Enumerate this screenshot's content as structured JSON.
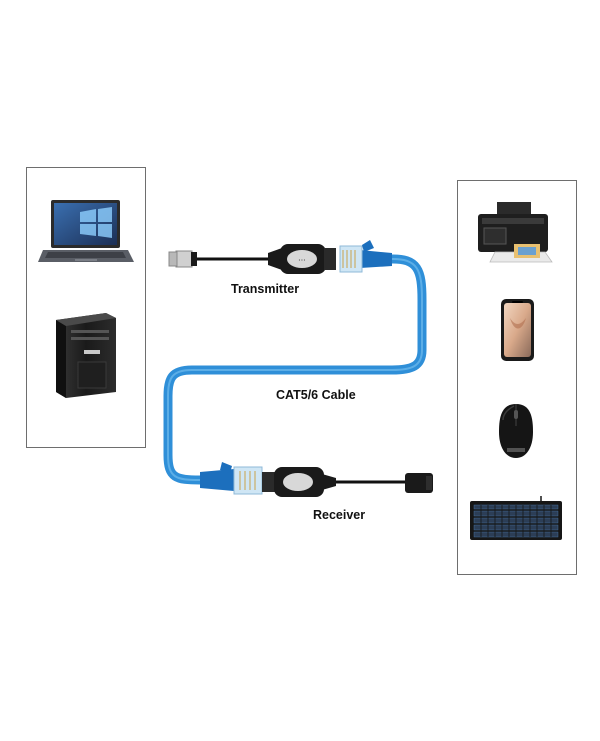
{
  "labels": {
    "transmitter": "Transmitter",
    "cable": "CAT5/6 Cable",
    "receiver": "Receiver"
  },
  "devices": {
    "source": [
      "laptop-icon",
      "desktop-tower-icon"
    ],
    "peripherals": [
      "printer-icon",
      "smartphone-icon",
      "mouse-icon",
      "keyboard-icon"
    ]
  },
  "colors": {
    "cable": "#2f8fd8",
    "connector": "#1c6fbd",
    "border": "#6e6e6e",
    "adapter": "#1a1a1a"
  }
}
